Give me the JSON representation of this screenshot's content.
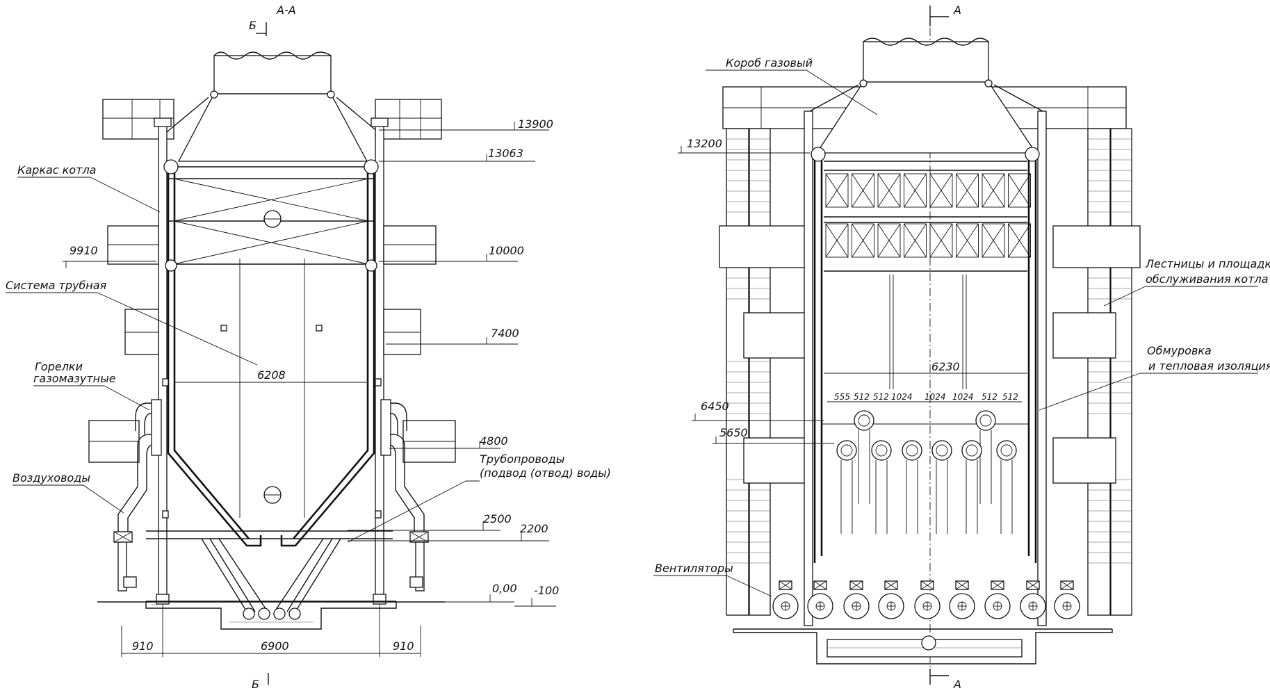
{
  "left_view": {
    "section_title": "А-А",
    "section_mark_top": "Б",
    "section_mark_bottom": "Б",
    "labels": {
      "frame": "Каркас котла",
      "tube_system": "Система трубная",
      "burners_line1": "Горелки",
      "burners_line2": "газомазутные",
      "air_ducts": "Воздуховоды",
      "pipelines_line1": "Трубопроводы",
      "pipelines_line2": "(подвод (отвод) воды)"
    },
    "elevations": {
      "e1": "13900",
      "e2": "13063",
      "e3": "9910",
      "e4": "10000",
      "e5": "7400",
      "e6": "4800",
      "e7": "2500",
      "e8": "2200",
      "e9": "0,00",
      "e10": "-100"
    },
    "dimensions": {
      "inner_width": "6208",
      "left_span": "910",
      "base_width": "6900",
      "right_span": "910"
    }
  },
  "right_view": {
    "section_mark_top": "А",
    "section_mark_bottom": "А",
    "labels": {
      "gas_box": "Короб газовый",
      "stairs_line1": "Лестницы и площадки",
      "stairs_line2": "обслуживания котла",
      "lining_line1": "Обмуровка",
      "lining_line2": "и тепловая изоляция",
      "fans": "Вентиляторы"
    },
    "elevations": {
      "e1": "13200",
      "e2": "6450",
      "e3": "5650"
    },
    "dimensions": {
      "inner_width": "6230",
      "d1": "555",
      "d2": "512",
      "d3": "512",
      "d4": "1024",
      "d5": "1024",
      "d6": "1024",
      "d7": "512",
      "d8": "512"
    }
  }
}
